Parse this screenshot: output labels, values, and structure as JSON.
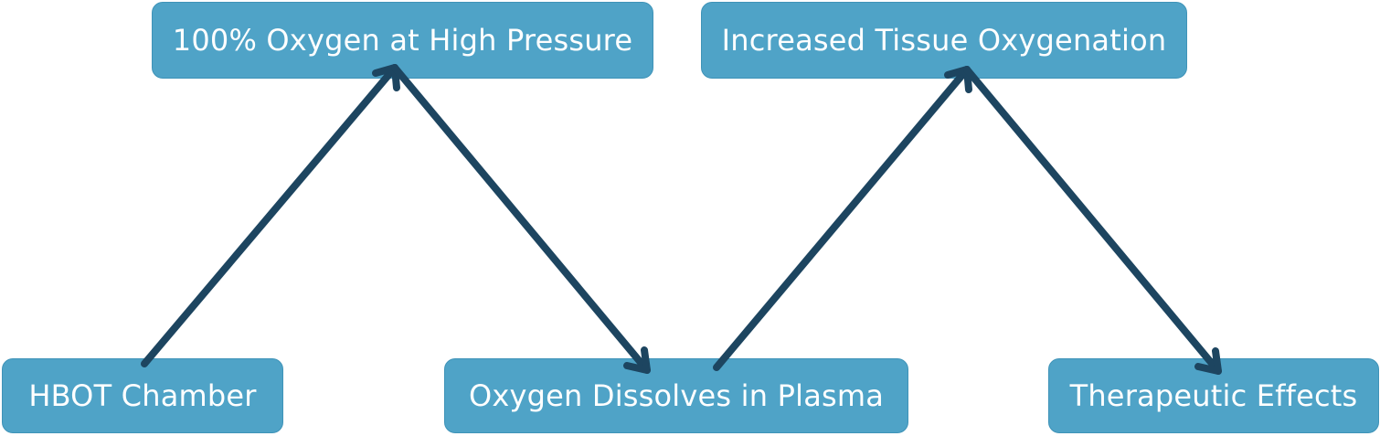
{
  "diagram": {
    "nodes": [
      {
        "id": "hbot",
        "label": "HBOT Chamber"
      },
      {
        "id": "oxygen_pressure",
        "label": "100% Oxygen at High Pressure"
      },
      {
        "id": "plasma",
        "label": "Oxygen Dissolves in Plasma"
      },
      {
        "id": "tissue",
        "label": "Increased Tissue Oxygenation"
      },
      {
        "id": "effects",
        "label": "Therapeutic Effects"
      }
    ],
    "edges": [
      {
        "from": "hbot",
        "to": "oxygen_pressure"
      },
      {
        "from": "oxygen_pressure",
        "to": "plasma"
      },
      {
        "from": "plasma",
        "to": "tissue"
      },
      {
        "from": "tissue",
        "to": "effects"
      }
    ],
    "colors": {
      "node_fill": "#4fa3c7",
      "node_text": "#ffffff",
      "arrow": "#1d4560"
    }
  }
}
